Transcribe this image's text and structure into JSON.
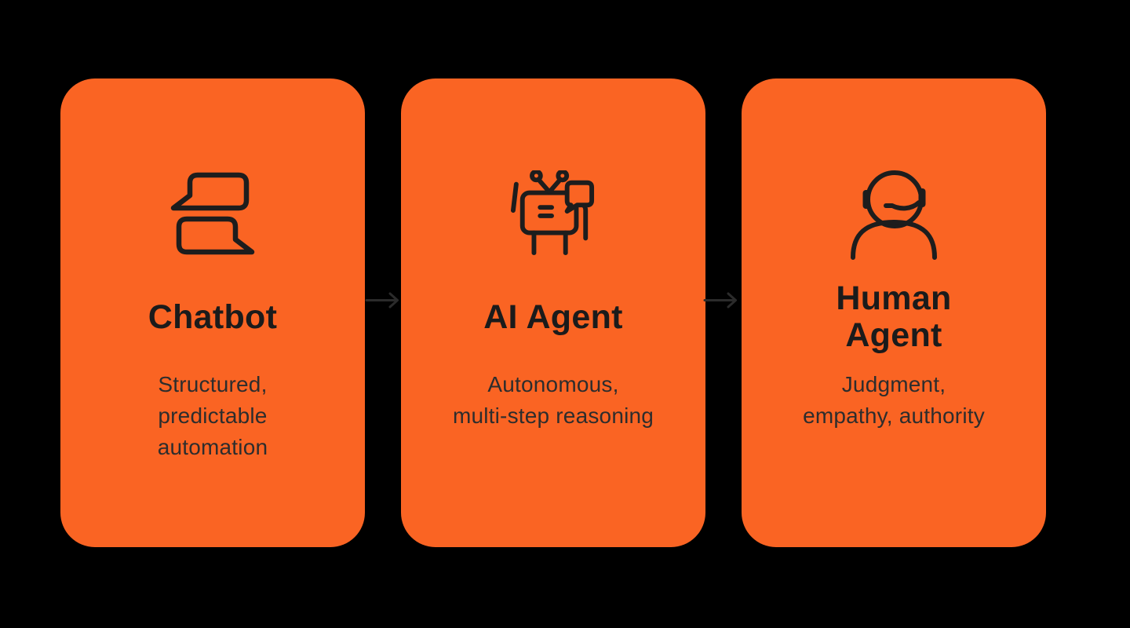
{
  "colors": {
    "background": "#000000",
    "card": "#FA6423",
    "title": "#1B1B1B",
    "subtitle": "#2D2D2D",
    "icon": "#1D1D1D",
    "arrow": "#2B2B2B"
  },
  "cards": [
    {
      "icon": "chat-bubbles-icon",
      "title": "Chatbot",
      "subtitle": "Structured,\npredictable\nautomation"
    },
    {
      "icon": "robot-icon",
      "title": "AI Agent",
      "subtitle": "Autonomous,\nmulti-step reasoning"
    },
    {
      "icon": "human-headset-icon",
      "title": "Human\nAgent",
      "subtitle": "Judgment,\nempathy, authority"
    }
  ]
}
